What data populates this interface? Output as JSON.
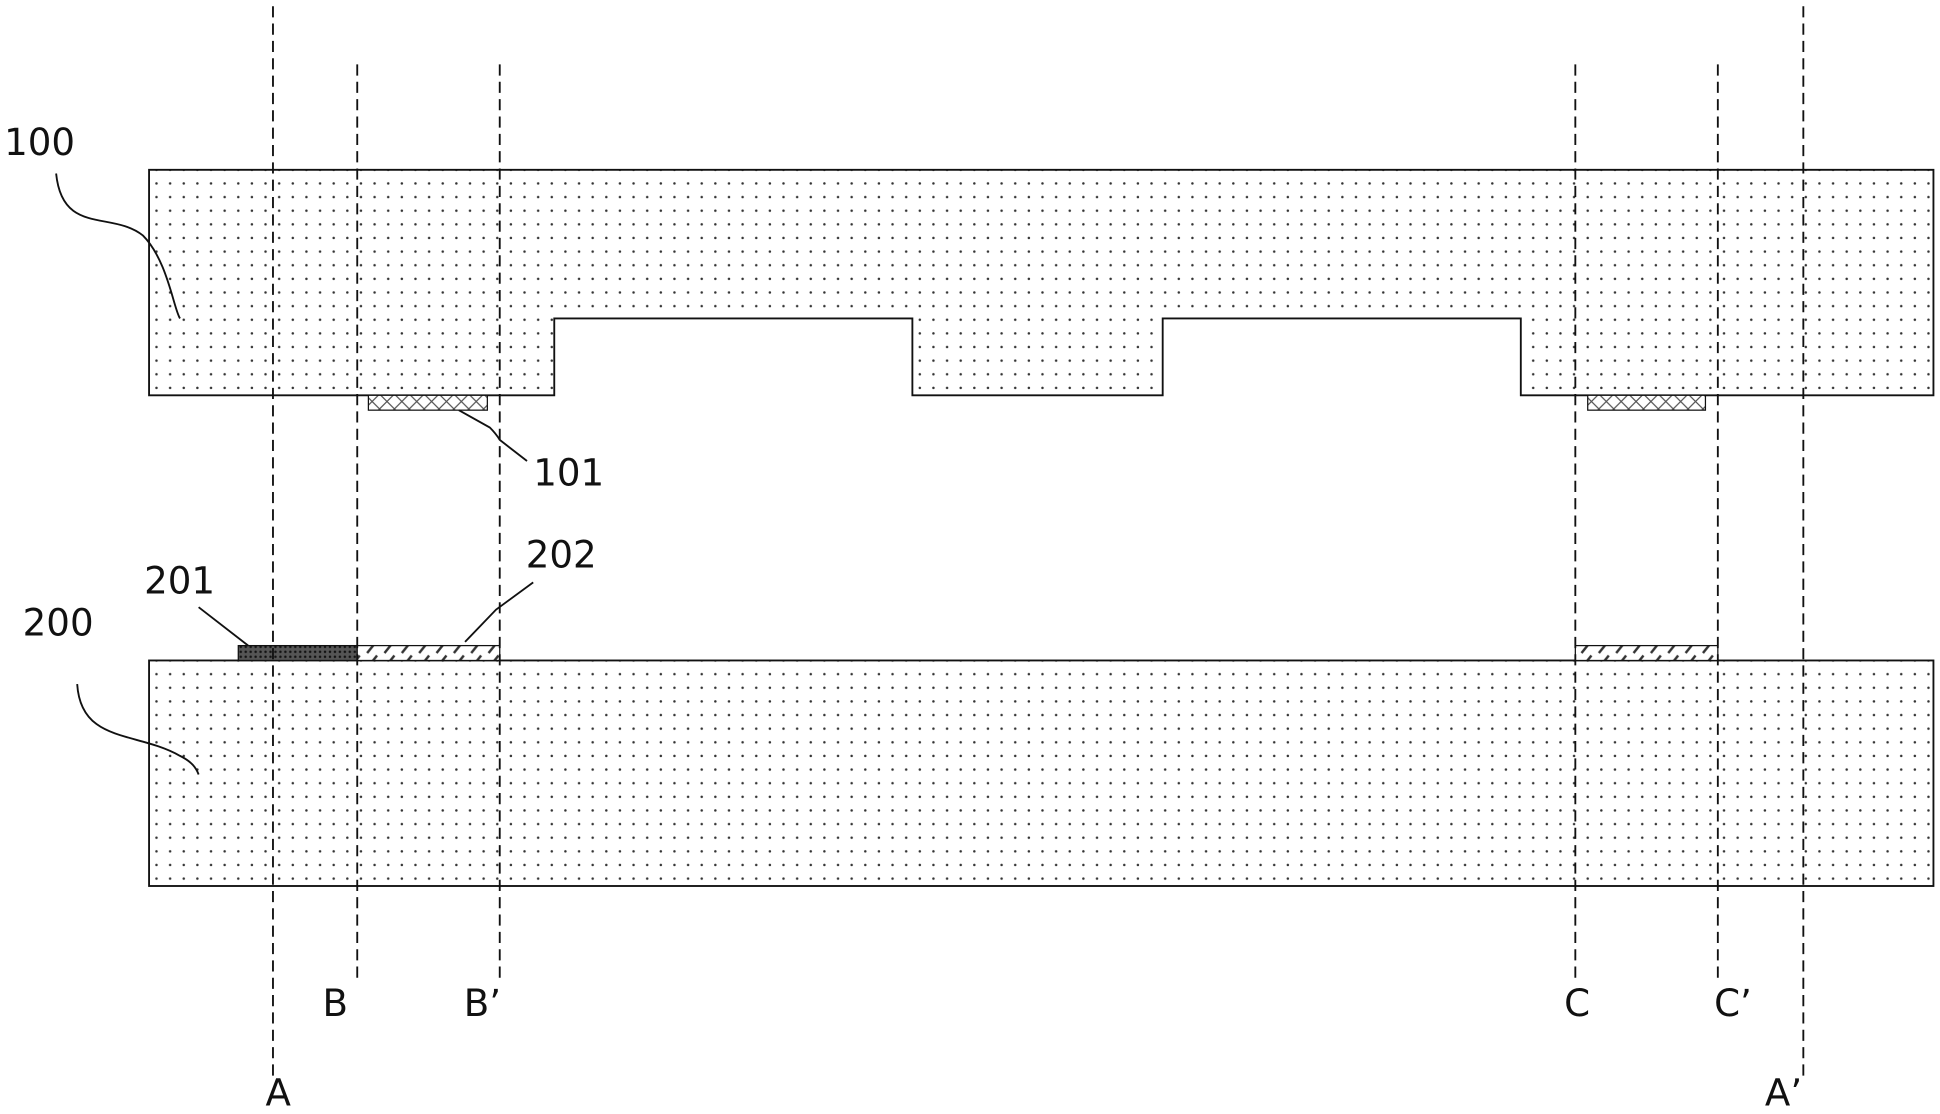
{
  "title": "Cross-section of two stacked substrates with bonding pads and section lines",
  "components": {
    "top_substrate": "100",
    "top_pad": "101",
    "bottom_substrate": "200",
    "bottom_layer_a": "201",
    "bottom_layer_b": "202"
  },
  "section_lines": {
    "a": "A",
    "a_prime": "A’",
    "b": "B",
    "b_prime": "B’",
    "c": "C",
    "c_prime": "C’"
  }
}
